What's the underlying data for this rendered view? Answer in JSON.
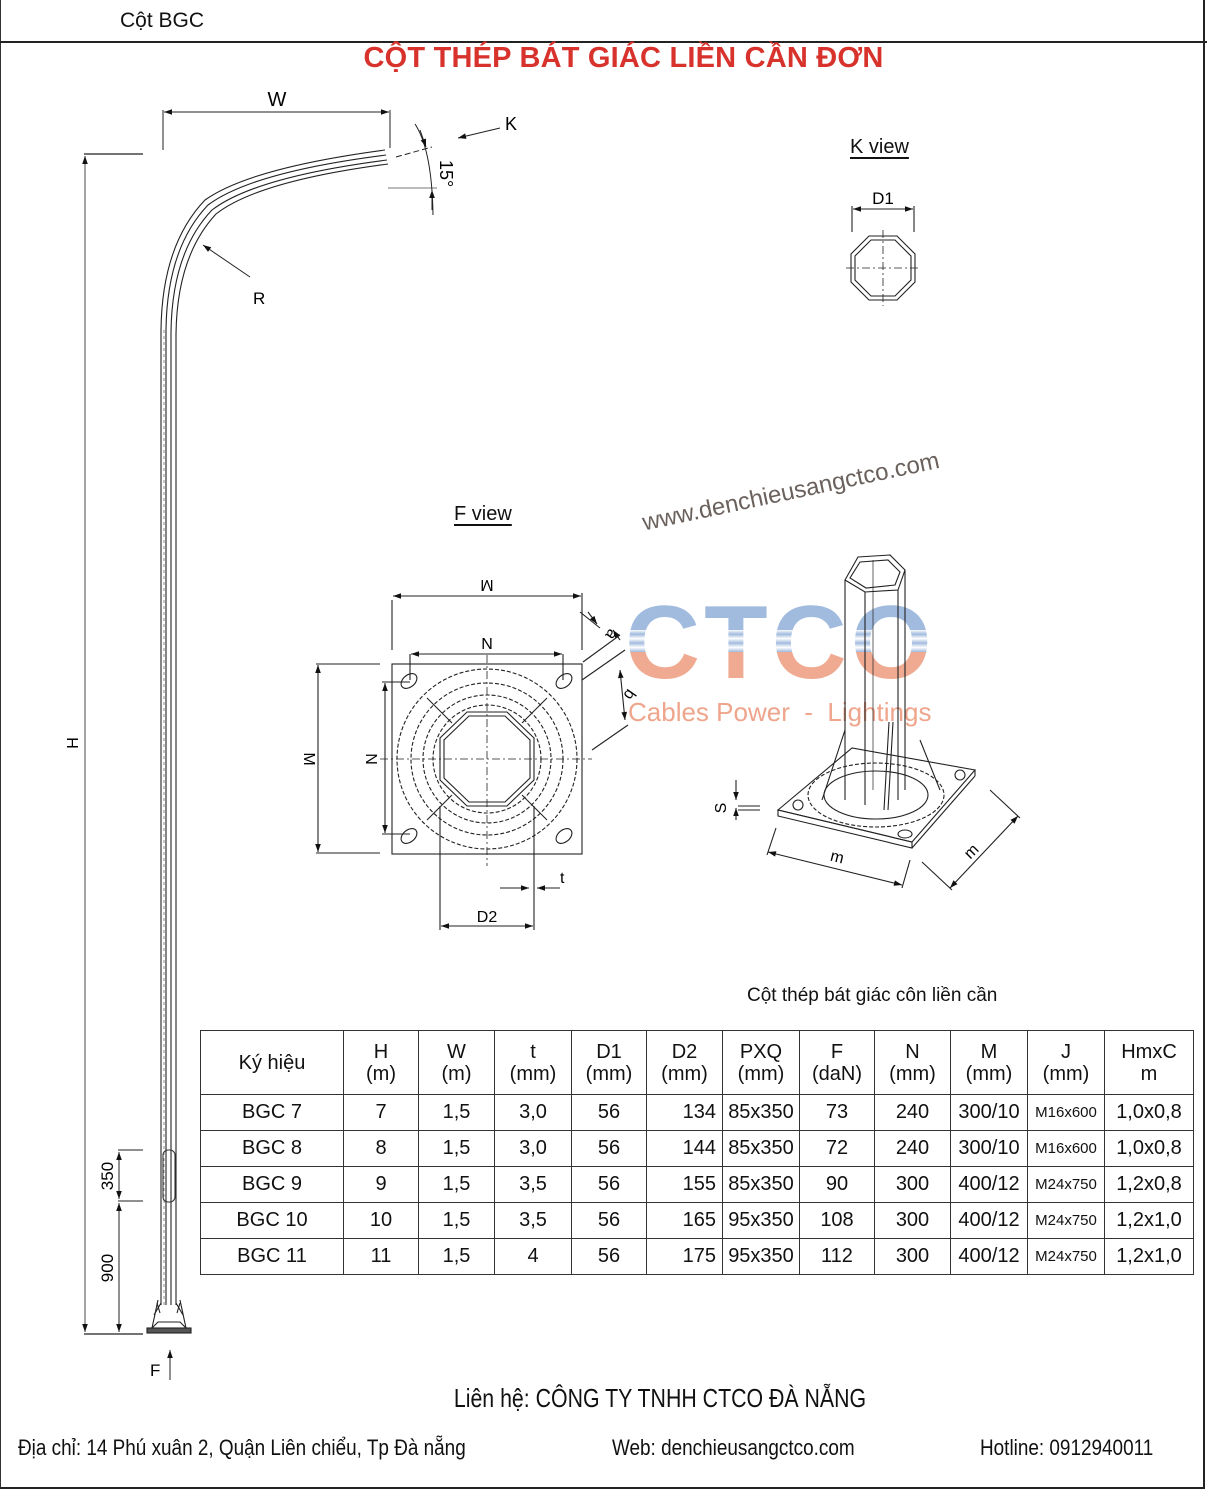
{
  "header": {
    "label": "Cột BGC",
    "title": "CỘT THÉP BÁT GIÁC LIỀN CẦN ĐƠN"
  },
  "drawing": {
    "pole_labels": {
      "width": "W",
      "height": "H",
      "radius": "R",
      "angle": "15°",
      "k_arrow": "K",
      "f_arrow": "F",
      "dim_350": "350",
      "dim_900": "900"
    },
    "k_view": {
      "title": "K view",
      "dim": "D1"
    },
    "f_view": {
      "title": "F view",
      "dim_m_top": "M",
      "dim_m_left": "M",
      "dim_n_top": "N",
      "dim_n_left": "N",
      "dim_a": "a",
      "dim_b": "b",
      "dim_t": "t",
      "dim_d2": "D2"
    },
    "iso_view": {
      "dim_s": "S",
      "dim_m1": "m",
      "dim_m2": "m"
    }
  },
  "watermark": {
    "url": "www.denchieusangctco.com",
    "brand": "CTCO",
    "tagline": "Cables Power  -  Lightings",
    "colors": {
      "blue": "#9db8dd",
      "orange": "#efa68c"
    }
  },
  "table": {
    "caption": "Cột thép bát giác côn liền cần",
    "headers": [
      {
        "name": "Ký hiệu",
        "unit": ""
      },
      {
        "name": "H",
        "unit": "(m)"
      },
      {
        "name": "W",
        "unit": "(m)"
      },
      {
        "name": "t",
        "unit": "(mm)"
      },
      {
        "name": "D1",
        "unit": "(mm)"
      },
      {
        "name": "D2",
        "unit": "(mm)"
      },
      {
        "name": "PXQ",
        "unit": "(mm)"
      },
      {
        "name": "F",
        "unit": "(daN)"
      },
      {
        "name": "N",
        "unit": "(mm)"
      },
      {
        "name": "M",
        "unit": "(mm)"
      },
      {
        "name": "J",
        "unit": "(mm)"
      },
      {
        "name": "HmxC",
        "unit": "m"
      }
    ],
    "rows": [
      [
        "BGC 7",
        "7",
        "1,5",
        "3,0",
        "56",
        "134",
        "85x350",
        "73",
        "240",
        "300/10",
        "M16x600",
        "1,0x0,8"
      ],
      [
        "BGC 8",
        "8",
        "1,5",
        "3,0",
        "56",
        "144",
        "85x350",
        "72",
        "240",
        "300/10",
        "M16x600",
        "1,0x0,8"
      ],
      [
        "BGC 9",
        "9",
        "1,5",
        "3,5",
        "56",
        "155",
        "85x350",
        "90",
        "300",
        "400/12",
        "M24x750",
        "1,2x0,8"
      ],
      [
        "BGC 10",
        "10",
        "1,5",
        "3,5",
        "56",
        "165",
        "95x350",
        "108",
        "300",
        "400/12",
        "M24x750",
        "1,2x1,0"
      ],
      [
        "BGC 11",
        "11",
        "1,5",
        "4",
        "56",
        "175",
        "95x350",
        "112",
        "300",
        "400/12",
        "M24x750",
        "1,2x1,0"
      ]
    ]
  },
  "footer": {
    "contact": "Liên hệ: CÔNG TY TNHH CTCO ĐÀ NẴNG",
    "address": "Địa chỉ: 14 Phú xuân 2, Quận Liên chiểu, Tp Đà nẵng",
    "web": "Web: denchieusangctco.com",
    "hotline": "Hotline: 0912940011"
  }
}
